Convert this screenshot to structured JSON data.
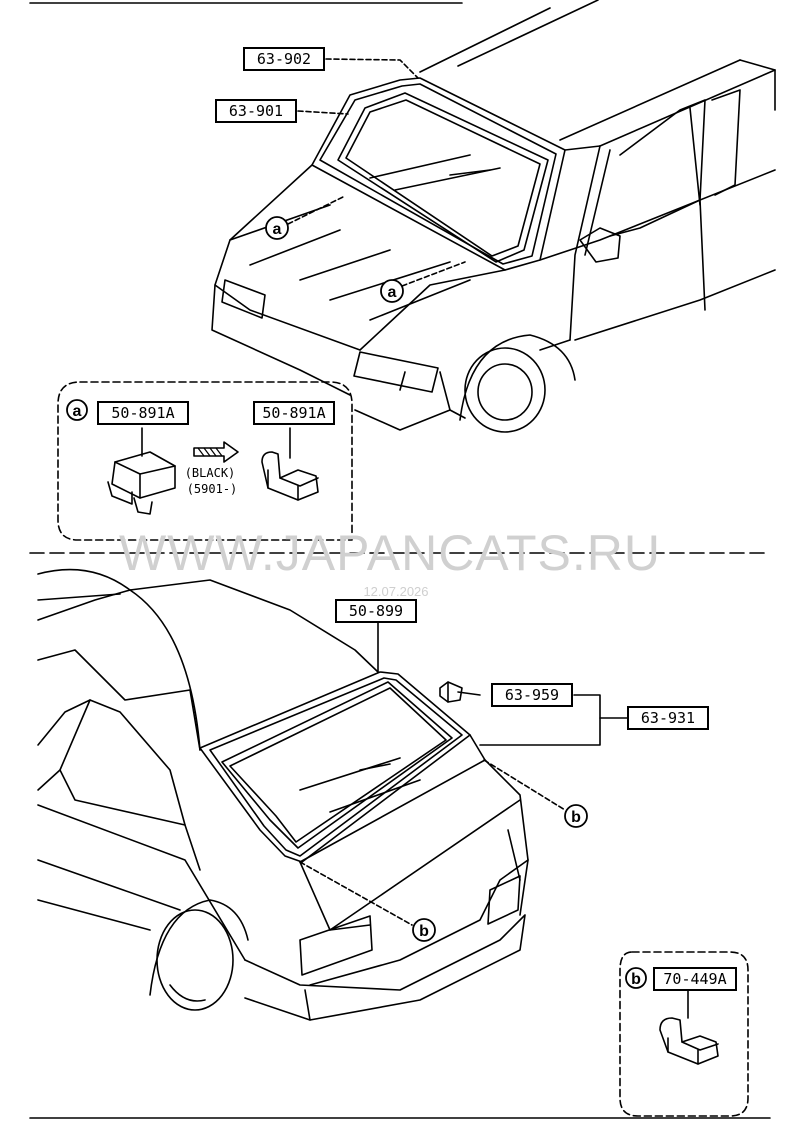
{
  "parts": {
    "p63_902": "63-902",
    "p63_901": "63-901",
    "p50_891a_left": "50-891A",
    "p50_891a_right": "50-891A",
    "p50_899": "50-899",
    "p63_959": "63-959",
    "p63_931": "63-931",
    "p70_449a": "70-449A"
  },
  "callouts": {
    "a": "a",
    "b": "b"
  },
  "notes": {
    "color": "(BLACK)",
    "serial": "(5901-)"
  },
  "watermark": {
    "site": "WWW.JAPANCATS.RU",
    "date": "12.07.2026"
  }
}
